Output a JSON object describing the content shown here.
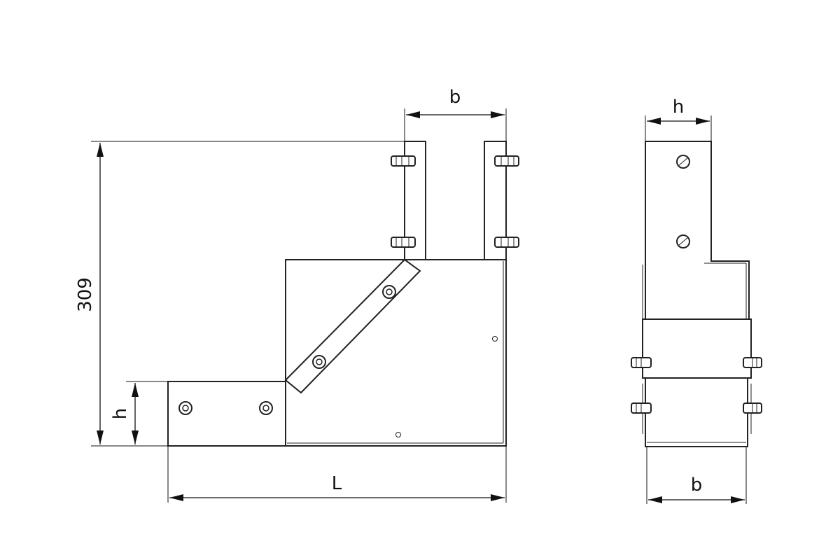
{
  "dimensions": {
    "height_total": "309",
    "side_h": "h",
    "length": "L",
    "top_width": "b",
    "side_view_top": "h",
    "side_view_bottom": "b"
  },
  "colors": {
    "line": "#222222",
    "background": "#ffffff"
  }
}
